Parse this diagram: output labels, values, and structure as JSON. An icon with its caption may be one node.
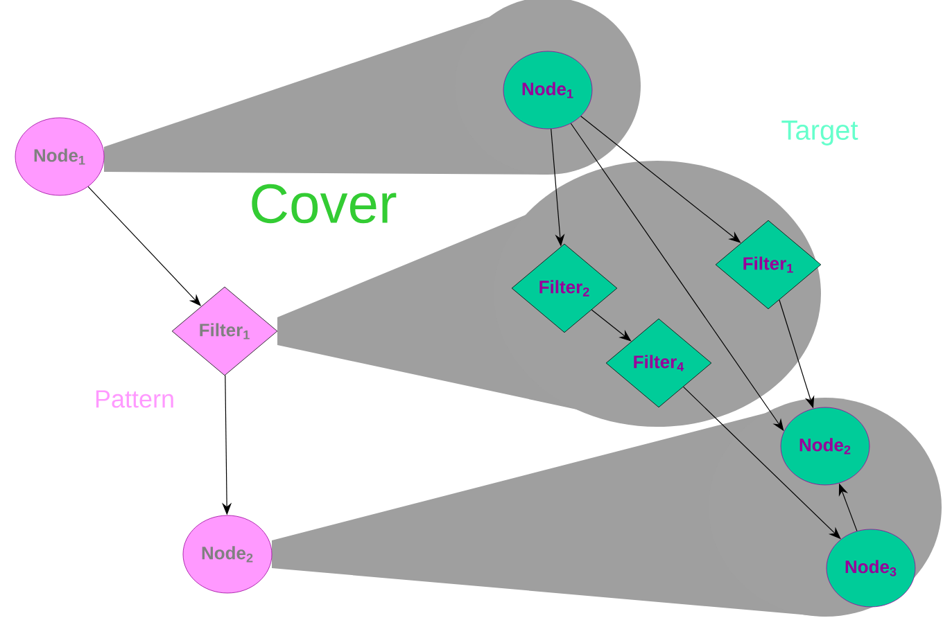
{
  "diagram": {
    "nodes": [
      {
        "text": [
          "Node$_{1}$"
        ]
      },
      {
        "text": [
          "Filter$_{1}$"
        ]
      },
      {
        "text": [
          "Node$_{2}$"
        ]
      },
      {
        "text": [
          "Node$_{1}$"
        ]
      },
      {
        "text": [
          "Filter$_{2}$"
        ]
      },
      {
        "text": [
          "Filter$_{4}$"
        ]
      },
      {
        "text": [
          "Filter$_{1}$"
        ]
      },
      {
        "text": [
          "Node$_{2}$"
        ]
      },
      {
        "text": [
          "Node$_{3}$"
        ]
      }
    ],
    "edges": [
      {
        "from": 0,
        "to": 1,
        "arrow": "to"
      },
      {
        "from": 1,
        "to": 2,
        "arrow": "to"
      },
      {
        "from": 3,
        "to": 4,
        "arrow": "to"
      },
      {
        "from": 3,
        "to": 6,
        "arrow": "to"
      },
      {
        "from": 3,
        "to": 7,
        "arrow": "to"
      },
      {
        "from": 4,
        "to": 5,
        "arrow": "to"
      },
      {
        "from": 6,
        "to": 7,
        "arrow": "to"
      },
      {
        "from": 5,
        "to": 8,
        "arrow": "to"
      },
      {
        "from": 8,
        "to": 7,
        "arrow": "to"
      }
    ],
    "labels": [
      "Target",
      "Cover",
      "Pattern"
    ]
  }
}
